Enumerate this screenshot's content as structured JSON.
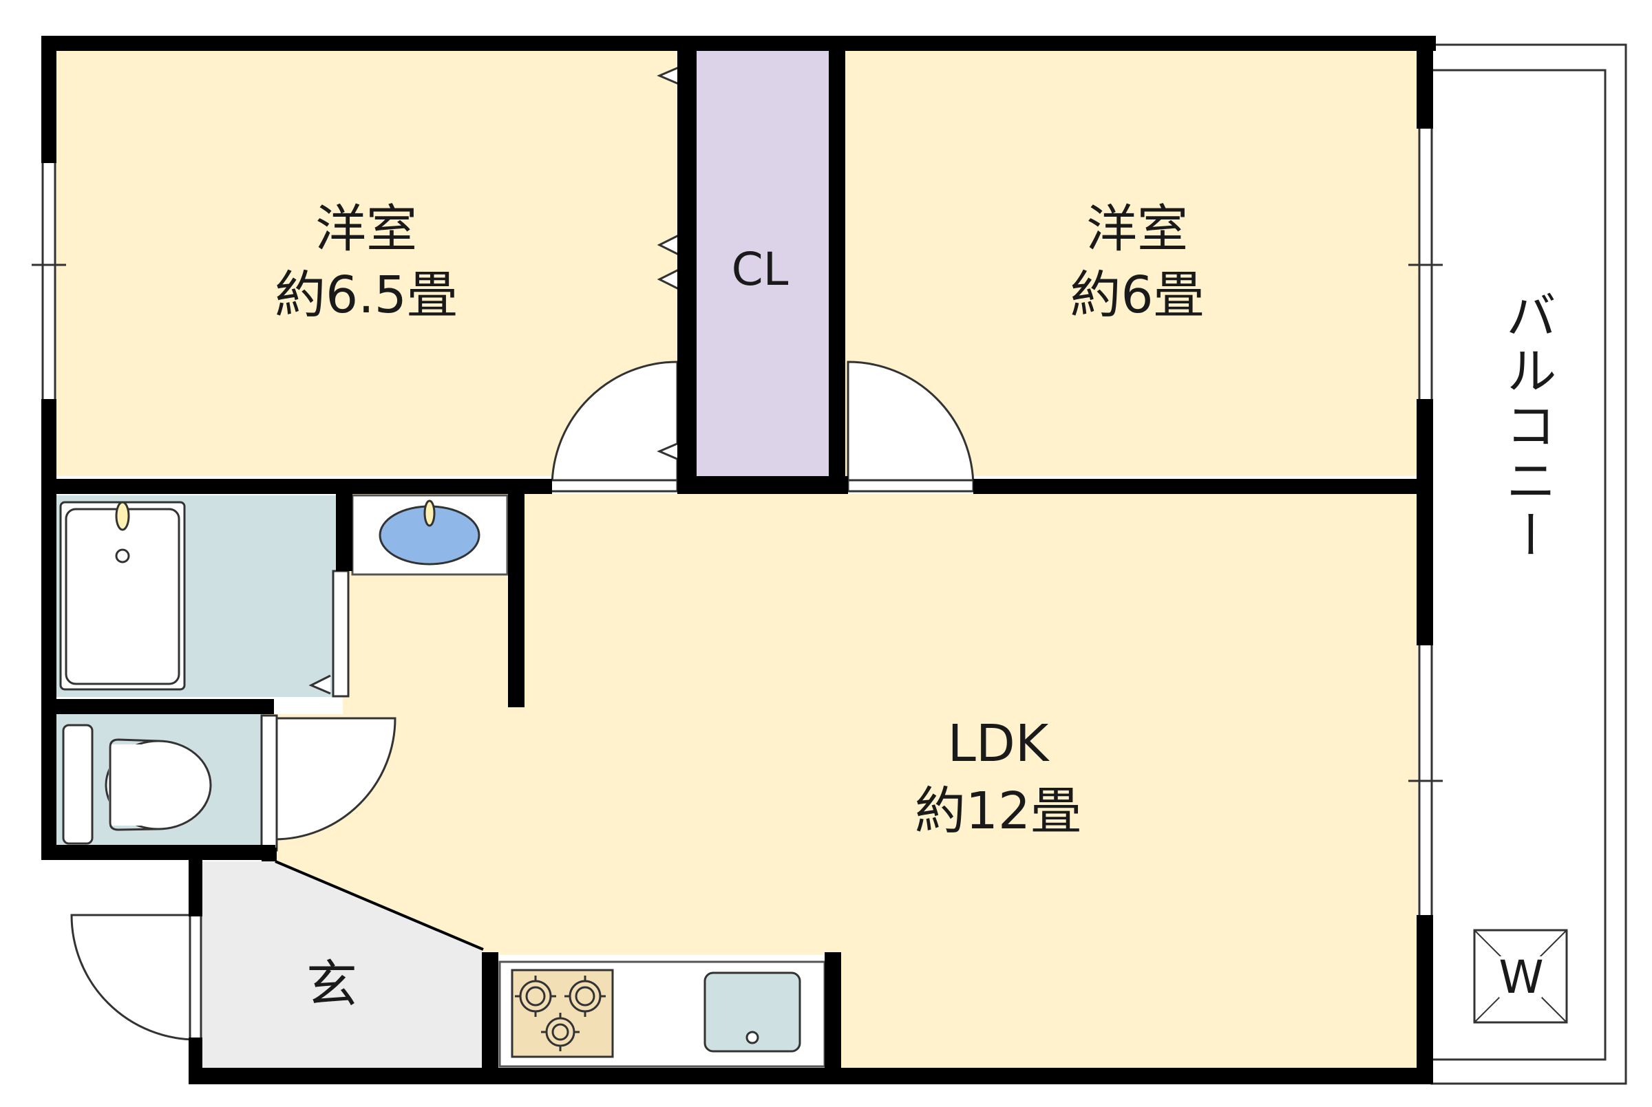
{
  "floorplan": {
    "rooms": {
      "western_room_1": {
        "name": "洋室",
        "size": "約6.5畳"
      },
      "western_room_2": {
        "name": "洋室",
        "size": "約6畳"
      },
      "closet": {
        "name": "CL"
      },
      "ldk": {
        "name": "LDK",
        "size": "約12畳"
      },
      "entrance": {
        "name": "玄"
      },
      "balcony": {
        "name": "バルコニー"
      },
      "washer": {
        "name": "W"
      }
    },
    "colors": {
      "wall": "#000000",
      "room_fill": "#fff2cc",
      "closet_fill": "#dcd3e8",
      "wet_fill": "#cfe0e3",
      "entrance_fill": "#ececec",
      "basin": "#8fb8e8",
      "stove": "#f3dfb6"
    }
  }
}
